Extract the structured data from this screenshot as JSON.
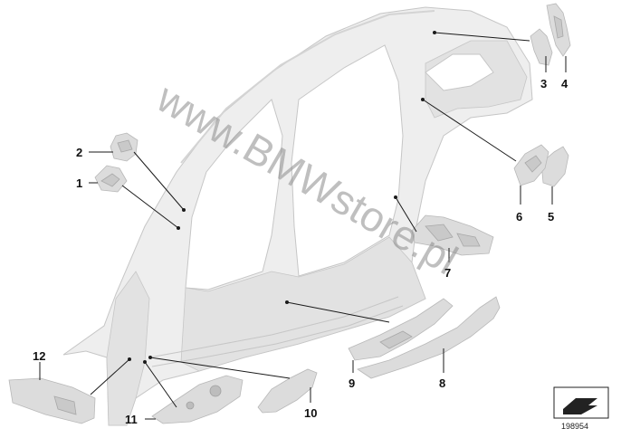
{
  "diagram": {
    "watermark": "www.BMWstore.pl",
    "reference_number": "198954",
    "callouts": [
      {
        "id": "1",
        "label": "1"
      },
      {
        "id": "2",
        "label": "2"
      },
      {
        "id": "3",
        "label": "3"
      },
      {
        "id": "4",
        "label": "4"
      },
      {
        "id": "5",
        "label": "5"
      },
      {
        "id": "6",
        "label": "6"
      },
      {
        "id": "7",
        "label": "7"
      },
      {
        "id": "8",
        "label": "8"
      },
      {
        "id": "9",
        "label": "9"
      },
      {
        "id": "10",
        "label": "10"
      },
      {
        "id": "11",
        "label": "11"
      },
      {
        "id": "12",
        "label": "12"
      }
    ]
  }
}
